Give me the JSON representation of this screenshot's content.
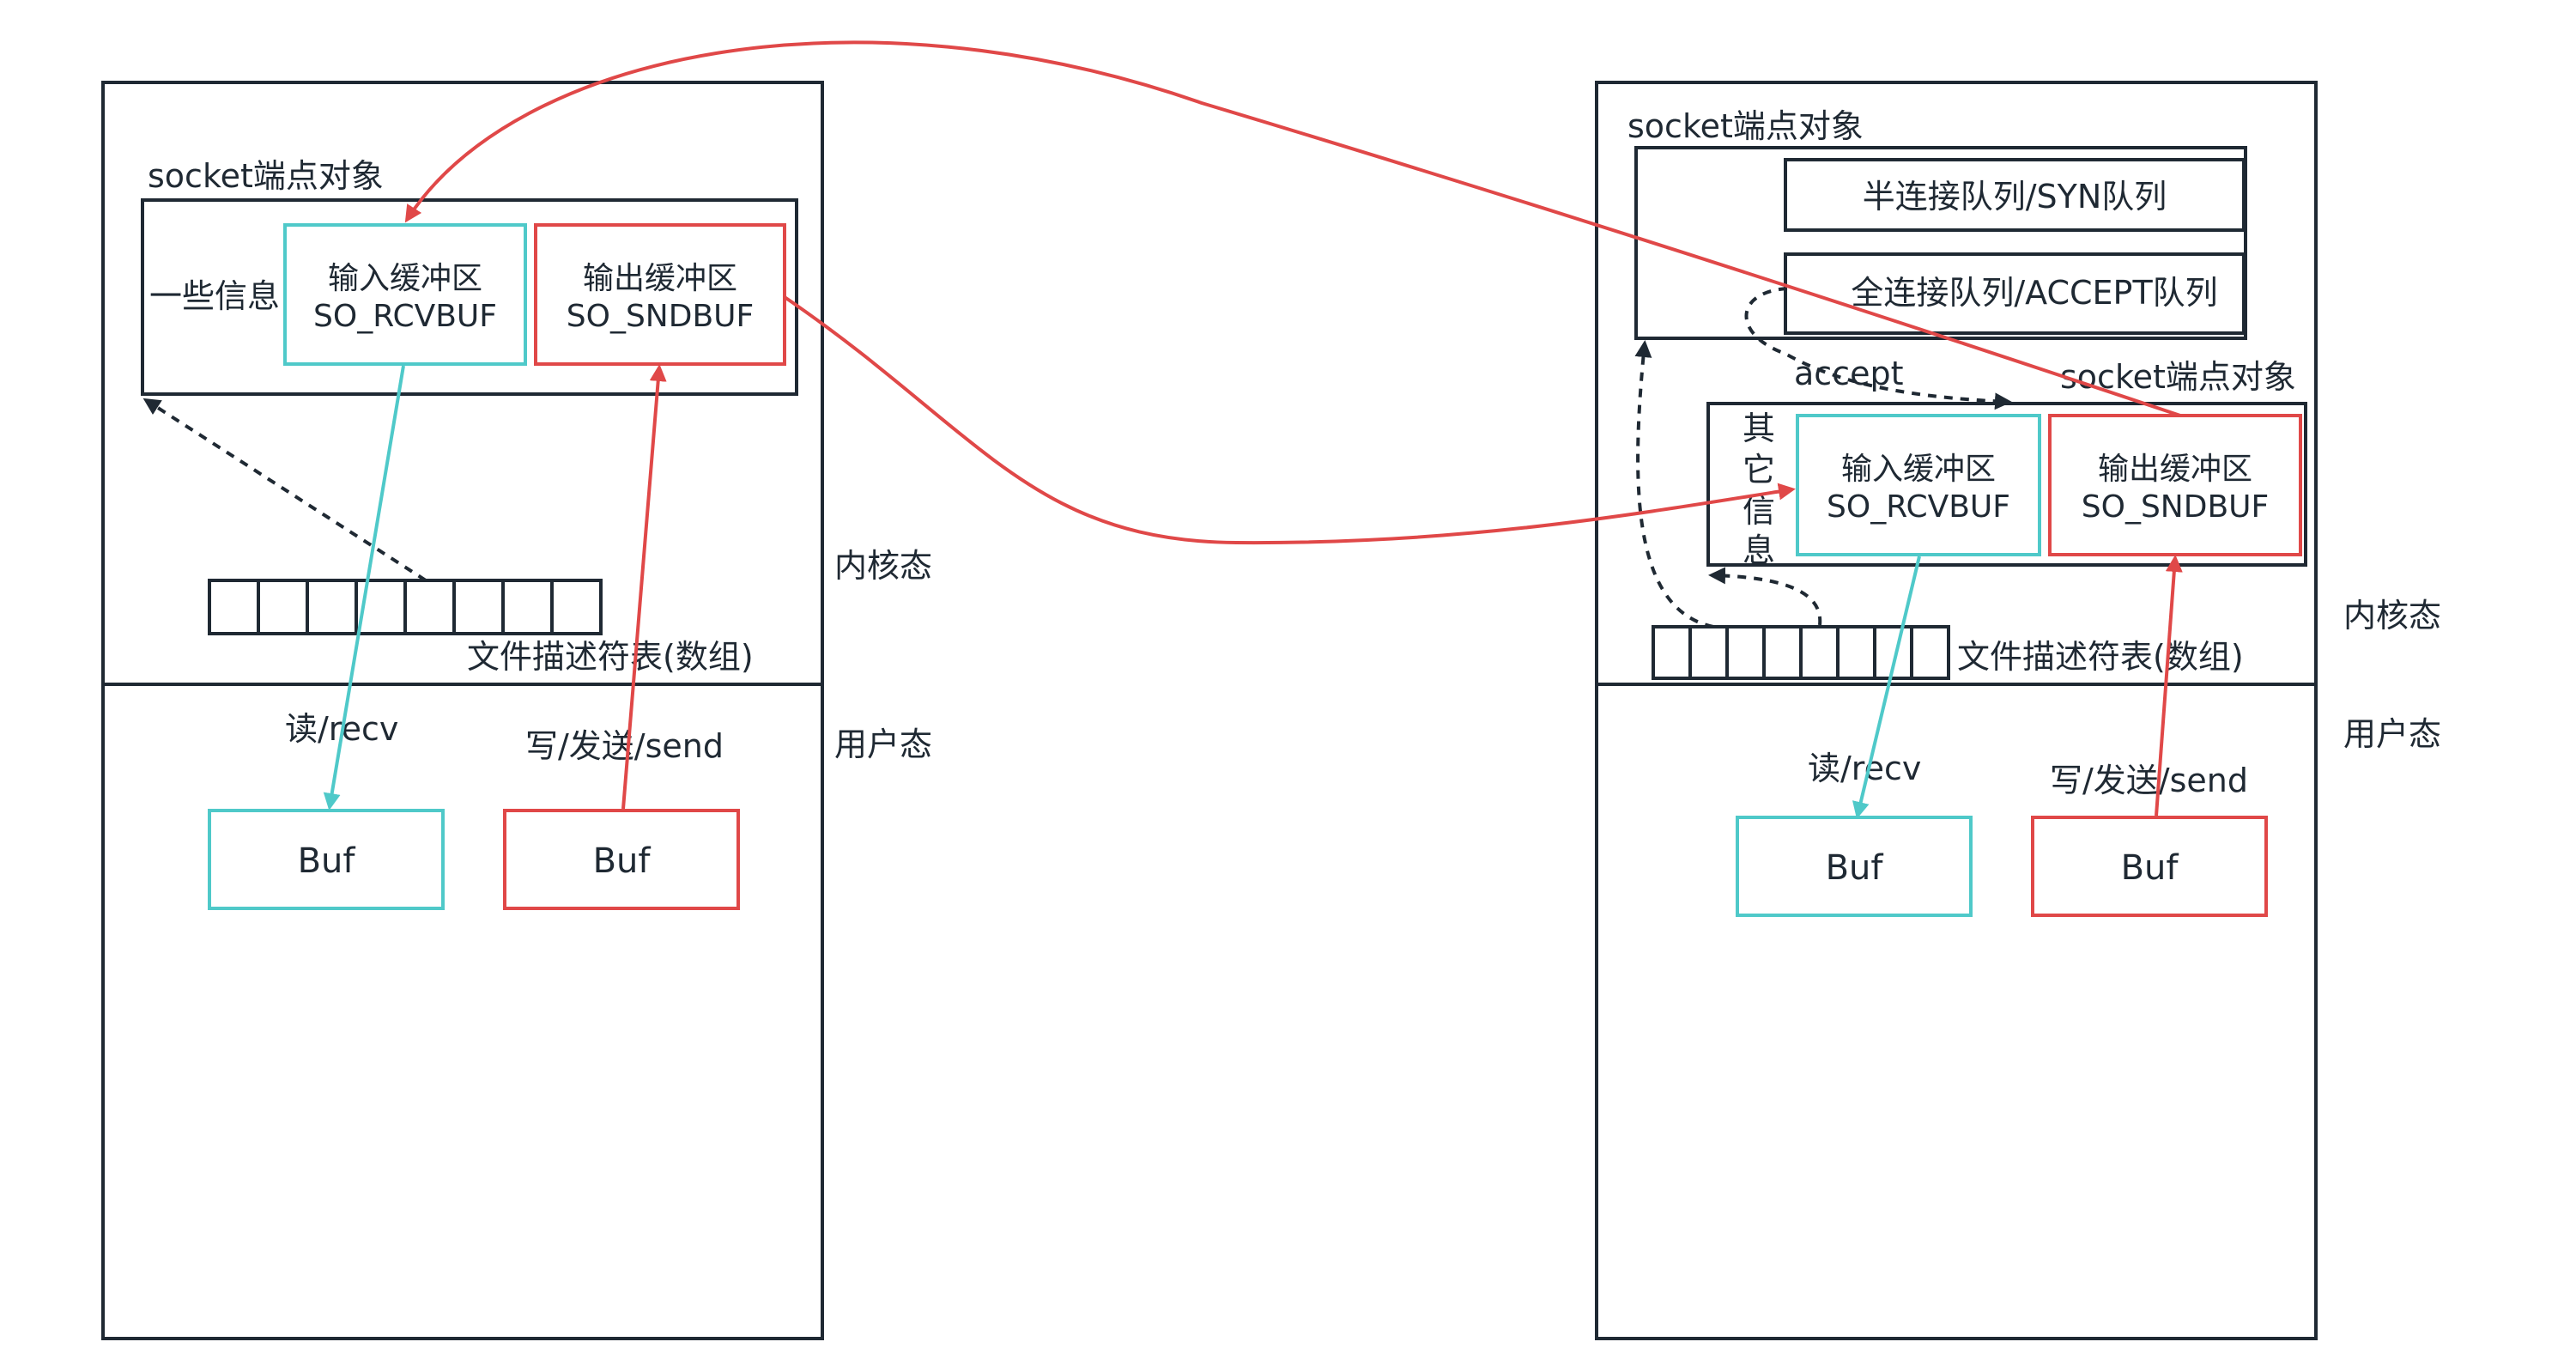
{
  "colors": {
    "line": "#1f2933",
    "cyan": "#4fc9c9",
    "red": "#e04848",
    "text": "#1f2933"
  },
  "left": {
    "socket_title": "socket端点对象",
    "info": "一些信息",
    "recv_buffer": [
      "输入缓冲区",
      "SO_RCVBUF"
    ],
    "send_buffer": [
      "输出缓冲区",
      "SO_SNDBUF"
    ],
    "fd_table": "文件描述符表(数组)",
    "kernel_mode": "内核态",
    "user_mode": "用户态",
    "read_label": "读/recv",
    "write_label": "写/发送/send",
    "buf_read": "Buf",
    "buf_write": "Buf"
  },
  "right": {
    "listen_socket_title": "socket端点对象",
    "half_queue": "半连接队列/SYN队列",
    "full_queue": "全连接队列/ACCEPT队列",
    "accept": "accept",
    "conn_socket_title": "socket端点对象",
    "other_info": [
      "其",
      "它",
      "信",
      "息"
    ],
    "recv_buffer": [
      "输入缓冲区",
      "SO_RCVBUF"
    ],
    "send_buffer": [
      "输出缓冲区",
      "SO_SNDBUF"
    ],
    "fd_table": "文件描述符表(数组)",
    "kernel_mode": "内核态",
    "user_mode": "用户态",
    "read_label": "读/recv",
    "write_label": "写/发送/send",
    "buf_read": "Buf",
    "buf_write": "Buf"
  }
}
